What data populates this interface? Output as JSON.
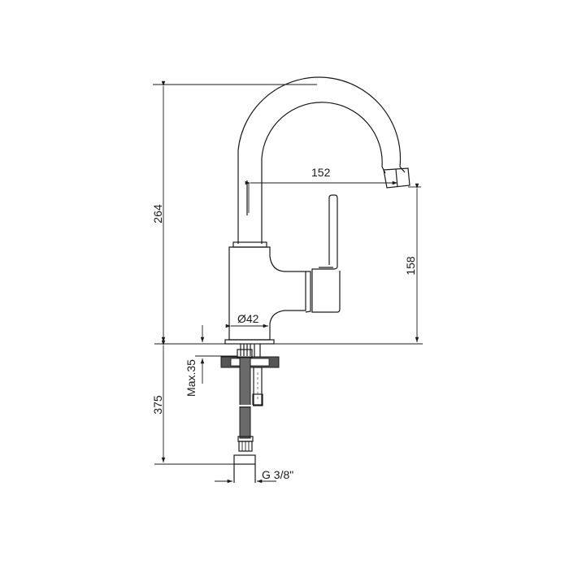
{
  "drawing": {
    "subject": "single-lever faucet with swivel spout",
    "line_color": "#1a1a1a",
    "background": "#ffffff"
  },
  "dimensions": {
    "total_height": "264",
    "spout_reach": "152",
    "spout_outlet_height": "158",
    "body_diameter": "Ø42",
    "max_counter_thickness": "Max.35",
    "hose_length": "375",
    "connection_thread": "G 3/8\""
  }
}
